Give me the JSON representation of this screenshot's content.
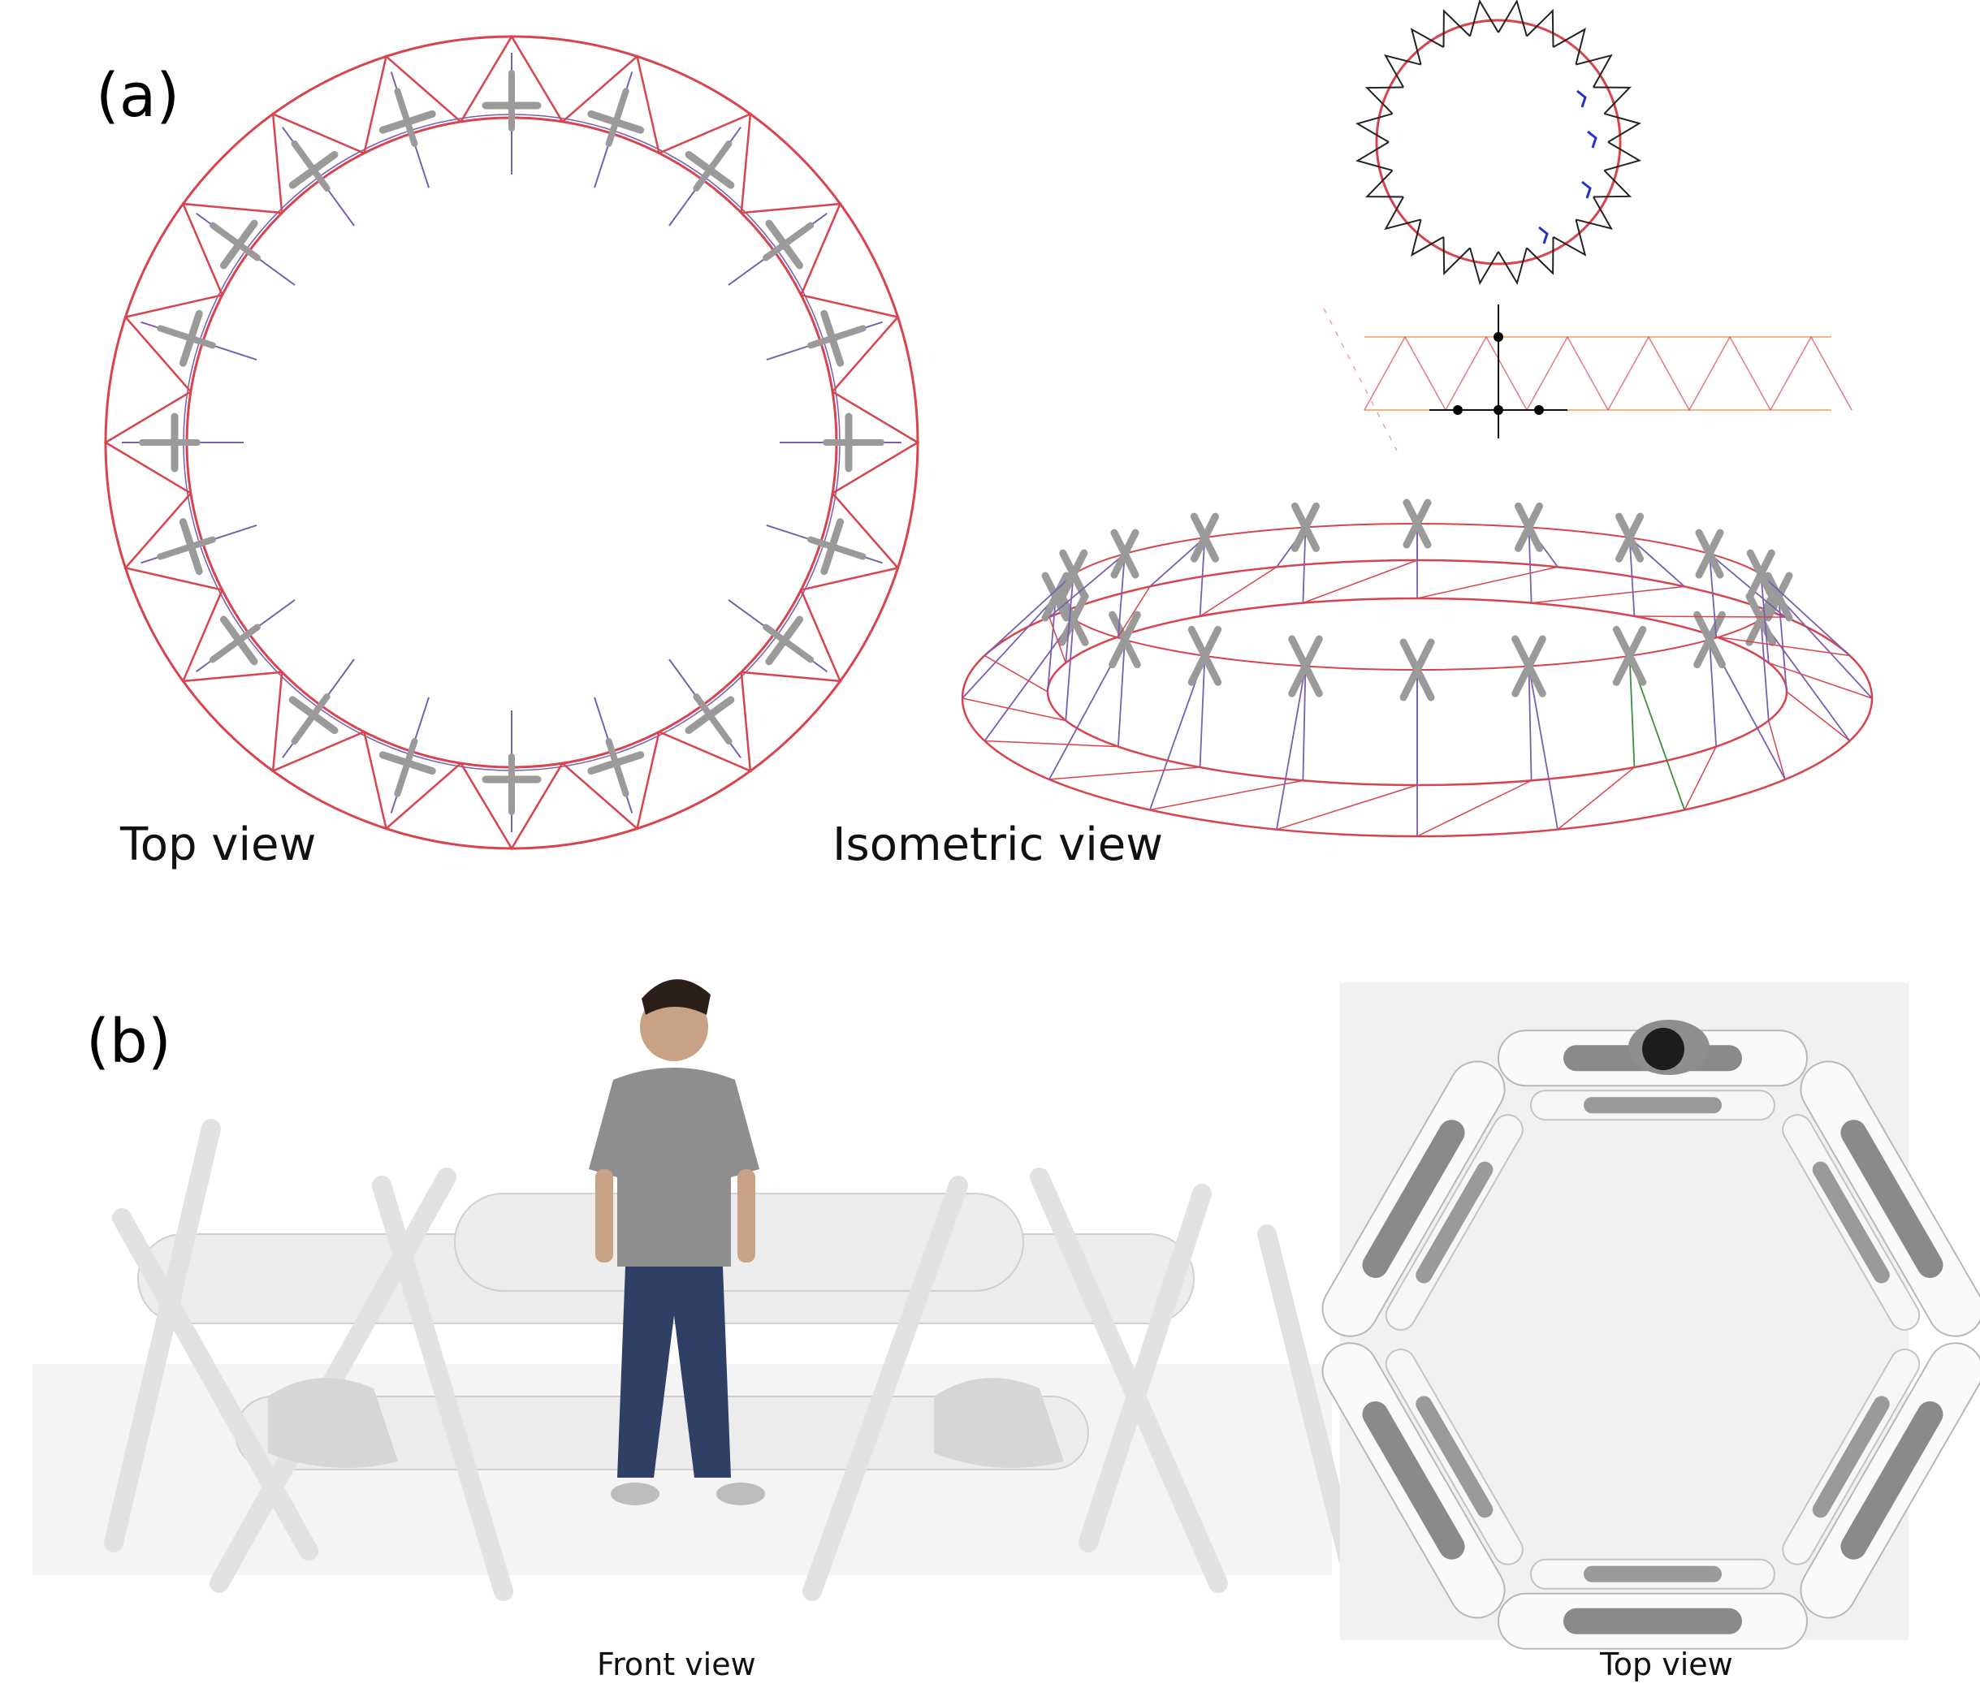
{
  "panel_a": {
    "label": "(a)",
    "top_view_caption": "Top view",
    "iso_view_caption": "Isometric view",
    "modules": 20
  },
  "panel_b": {
    "label": "(b)",
    "front_view_caption": "Front view",
    "top_view_caption": "Top view"
  },
  "colors": {
    "ring": "#d9434e",
    "inner_ring": "#7a5fb0",
    "connector": "#9a9a9a",
    "accent_green": "#3f8f3f",
    "accent_blue": "#2233cc"
  }
}
